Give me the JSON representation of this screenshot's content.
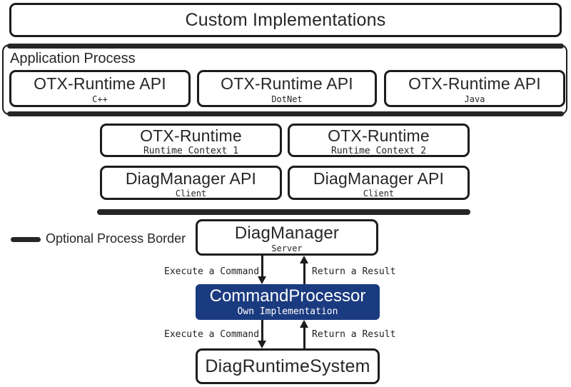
{
  "title_box": {
    "label": "Custom Implementations"
  },
  "application_process": {
    "label": "Application Process",
    "api_boxes": [
      {
        "title": "OTX-Runtime API",
        "subtitle": "C++"
      },
      {
        "title": "OTX-Runtime API",
        "subtitle": "DotNet"
      },
      {
        "title": "OTX-Runtime API",
        "subtitle": "Java"
      }
    ]
  },
  "runtime_boxes": [
    {
      "title": "OTX-Runtime",
      "subtitle": "Runtime Context 1"
    },
    {
      "title": "OTX-Runtime",
      "subtitle": "Runtime Context 2"
    }
  ],
  "diagmanager_api_boxes": [
    {
      "title": "DiagManager API",
      "subtitle": "Client"
    },
    {
      "title": "DiagManager API",
      "subtitle": "Client"
    }
  ],
  "legend": {
    "label": "Optional Process Border"
  },
  "diagmanager": {
    "title": "DiagManager",
    "subtitle": "Server"
  },
  "command_processor": {
    "title": "CommandProcessor",
    "subtitle": "Own Implementation",
    "fill": "#1b3b80",
    "text_color": "#ffffff"
  },
  "diag_runtime_system": {
    "title": "DiagRuntimeSystem"
  },
  "arrow_labels": [
    {
      "execute": "Execute a Command",
      "return": "Return a Result"
    },
    {
      "execute": "Execute a Command",
      "return": "Return a Result"
    }
  ],
  "colors": {
    "border": "#1c1c1c",
    "text": "#262626",
    "background": "#ffffff"
  }
}
